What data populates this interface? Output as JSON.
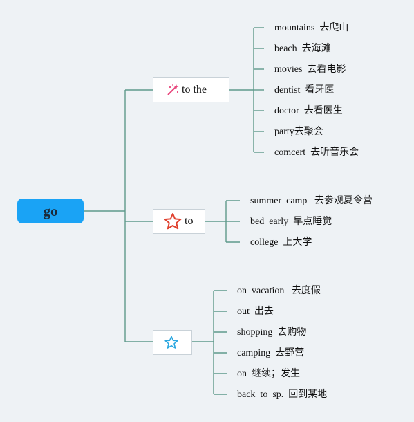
{
  "root": {
    "label": "go"
  },
  "branches": [
    {
      "label": "to  the",
      "icon": "magic-wand-icon",
      "items": [
        "mountains  去爬山",
        "beach  去海滩",
        "movies  去看电影",
        "dentist  看牙医",
        "doctor  去看医生",
        "party去聚会",
        "comcert  去听音乐会"
      ]
    },
    {
      "label": "to",
      "icon": "star-outline-red-icon",
      "items": [
        "summer  camp   去参观夏令营",
        "bed  early  早点睡觉",
        "college  上大学"
      ]
    },
    {
      "label": "",
      "icon": "star-outline-blue-icon",
      "items": [
        "on  vacation   去度假",
        "out  出去",
        "shopping  去购物",
        "camping  去野营",
        "on  继续；发生",
        "back  to  sp.  回到某地"
      ]
    }
  ],
  "colors": {
    "background": "#eef2f5",
    "root": "#1aa3f5",
    "line": "#5f9a8b",
    "red_star": "#e0412f",
    "blue_star": "#2aa7e0",
    "wand": "#e8467c"
  }
}
